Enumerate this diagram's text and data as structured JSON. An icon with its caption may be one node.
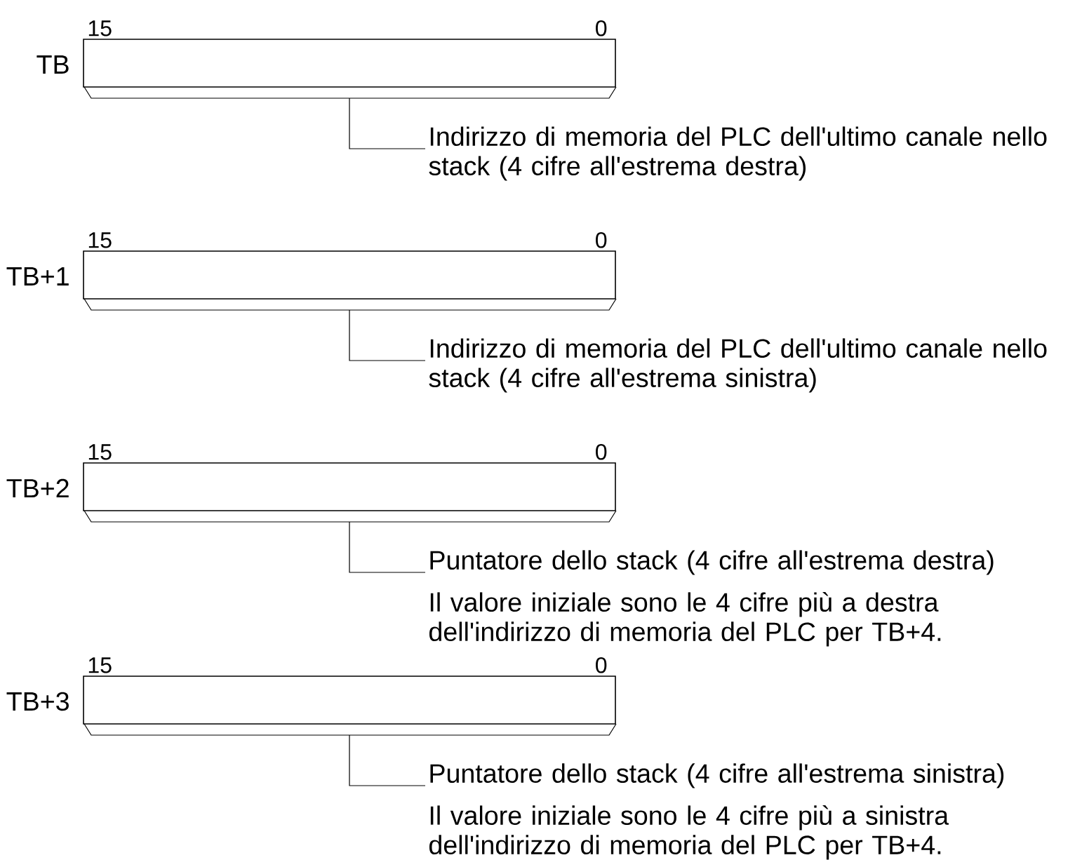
{
  "diagram": {
    "nodes": [
      {
        "text": [],
        "shape": "box",
        "beside": [
          "TB",
          "15",
          "0"
        ]
      },
      {
        "text": [
          "Indirizzo di memoria del PLC dell'ultimo canale nello stack (4 cifre all'estrema destra)"
        ]
      },
      {
        "text": [],
        "shape": "box",
        "beside": [
          "TB+1",
          "15",
          "0"
        ]
      },
      {
        "text": [
          "Indirizzo di memoria del PLC dell'ultimo canale nello stack (4 cifre all'estrema sinistra)"
        ]
      },
      {
        "text": [],
        "shape": "box",
        "beside": [
          "TB+2",
          "15",
          "0"
        ]
      },
      {
        "text": [
          "Puntatore dello stack (4 cifre all'estrema destra)",
          "Il valore iniziale sono le 4 cifre più a destra dell'indirizzo di memoria del PLC per TB+4."
        ]
      },
      {
        "text": [],
        "shape": "box",
        "beside": [
          "TB+3",
          "15",
          "0"
        ]
      },
      {
        "text": [
          "Puntatore dello stack (4 cifre all'estrema sinistra)",
          "Il valore iniziale sono le 4 cifre più a sinistra dell'indirizzo di memoria del PLC per TB+4."
        ]
      }
    ],
    "edges": [
      {
        "from": 1,
        "to": 0,
        "arrow": "none"
      },
      {
        "from": 3,
        "to": 2,
        "arrow": "none"
      },
      {
        "from": 5,
        "to": 4,
        "arrow": "none"
      },
      {
        "from": 7,
        "to": 6,
        "arrow": "none"
      }
    ]
  }
}
